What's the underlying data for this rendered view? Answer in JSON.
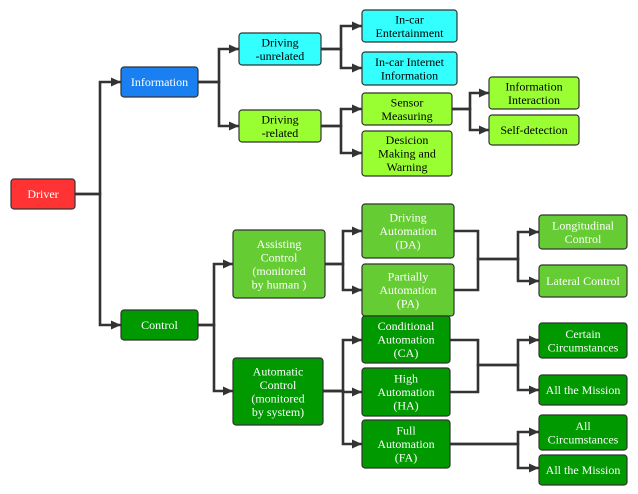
{
  "colors": {
    "driver": "#ff3333",
    "information": "#1a7ff0",
    "cyan": "#33ffff",
    "light_green": "#99ff33",
    "mid_green": "#66cc33",
    "dark_green": "#009900",
    "text_dark": "#000000",
    "text_light": "#ffffff",
    "stroke": "#333333"
  },
  "nodes": {
    "driver": [
      "Driver"
    ],
    "information": [
      "Information"
    ],
    "control": [
      "Control"
    ],
    "driving_unrelated": [
      "Driving",
      "-unrelated"
    ],
    "driving_related": [
      "Driving",
      "-related"
    ],
    "incar_entertainment": [
      "In-car",
      "Entertainment"
    ],
    "incar_internet": [
      "In-car Internet",
      "Information"
    ],
    "sensor_measuring": [
      "Sensor",
      "Measuring"
    ],
    "decision_making": [
      "Desicion",
      "Making and",
      "Warning"
    ],
    "information_interaction": [
      "Information",
      "Interaction"
    ],
    "self_detection": [
      "Self-detection"
    ],
    "assisting_control": [
      "Assisting",
      "Control",
      "(monitored",
      "by human )"
    ],
    "automatic_control": [
      "Automatic",
      "Control",
      "(monitored",
      "by system)"
    ],
    "driving_automation": [
      "Driving",
      "Automation",
      "(DA)"
    ],
    "partially_automation": [
      "Partially",
      "Automation",
      "(PA)"
    ],
    "conditional_automation": [
      "Conditional",
      "Automation",
      "(CA)"
    ],
    "high_automation": [
      "High",
      "Automation",
      "(HA)"
    ],
    "full_automation": [
      "Full",
      "Automation",
      "(FA)"
    ],
    "longitudinal_control": [
      "Longitudinal",
      "Control"
    ],
    "lateral_control": [
      "Lateral Control"
    ],
    "certain_circumstances": [
      "Certain",
      "Circumstances"
    ],
    "all_mission_1": [
      "All the Mission"
    ],
    "all_circumstances": [
      "All",
      "Circumstances"
    ],
    "all_mission_2": [
      "All the Mission"
    ]
  }
}
